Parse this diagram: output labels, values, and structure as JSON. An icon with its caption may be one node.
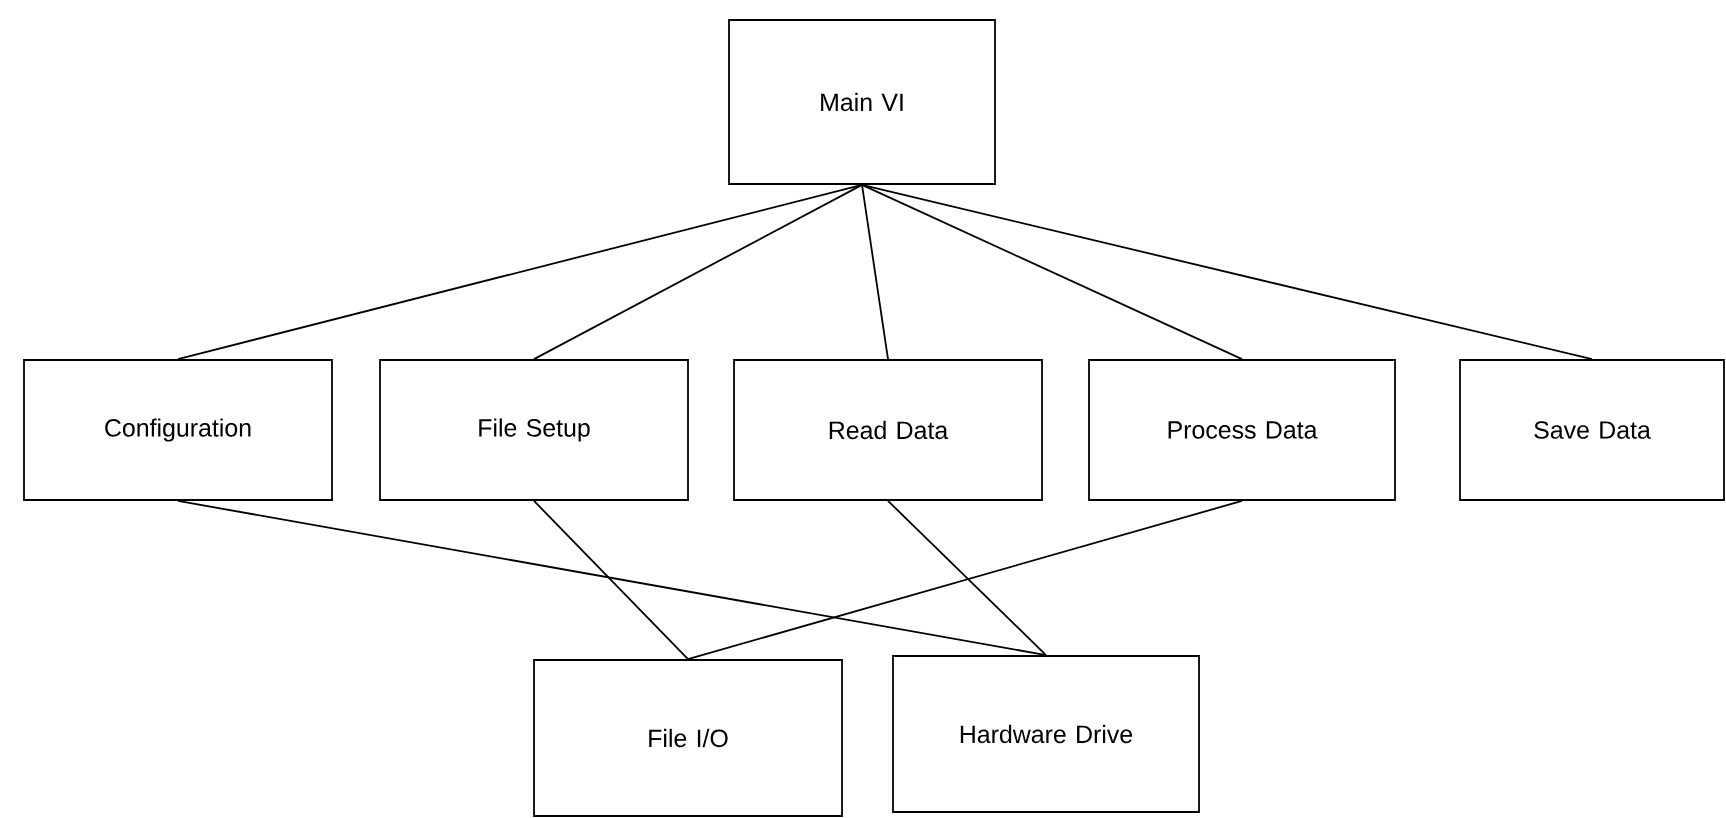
{
  "diagram": {
    "nodes": [
      {
        "text": [
          "Main VI"
        ]
      },
      {
        "text": [
          "Configuration"
        ]
      },
      {
        "text": [
          "File Setup"
        ]
      },
      {
        "text": [
          "Read Data"
        ]
      },
      {
        "text": [
          "Process Data"
        ]
      },
      {
        "text": [
          "Save Data"
        ]
      },
      {
        "text": [
          "File I/O"
        ]
      },
      {
        "text": [
          "Hardware Drive"
        ]
      }
    ],
    "edges": [
      {
        "from": 0,
        "to": 1,
        "arrow": "none"
      },
      {
        "from": 0,
        "to": 2,
        "arrow": "none"
      },
      {
        "from": 0,
        "to": 3,
        "arrow": "none"
      },
      {
        "from": 0,
        "to": 4,
        "arrow": "none"
      },
      {
        "from": 0,
        "to": 5,
        "arrow": "none"
      },
      {
        "from": 1,
        "to": 7,
        "arrow": "none"
      },
      {
        "from": 2,
        "to": 6,
        "arrow": "none"
      },
      {
        "from": 3,
        "to": 7,
        "arrow": "none"
      },
      {
        "from": 4,
        "to": 6,
        "arrow": "none"
      }
    ]
  }
}
